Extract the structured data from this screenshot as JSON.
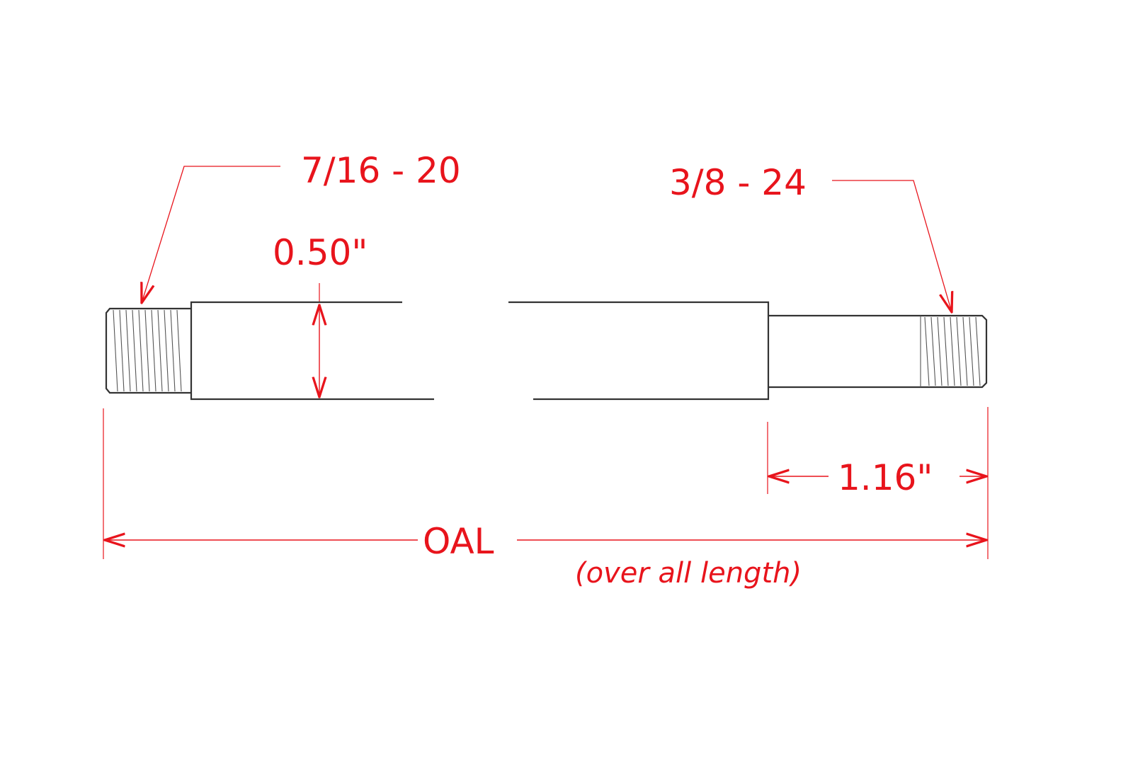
{
  "colors": {
    "annotation": "#e8141c",
    "part_outline": "#333333",
    "background": "#ffffff"
  },
  "labels": {
    "left_thread": "7/16 - 20",
    "right_thread": "3/8 - 24",
    "diameter": "0.50\"",
    "right_thread_length": "1.16\"",
    "overall_length": "OAL",
    "overall_length_note": "(over all length)"
  }
}
